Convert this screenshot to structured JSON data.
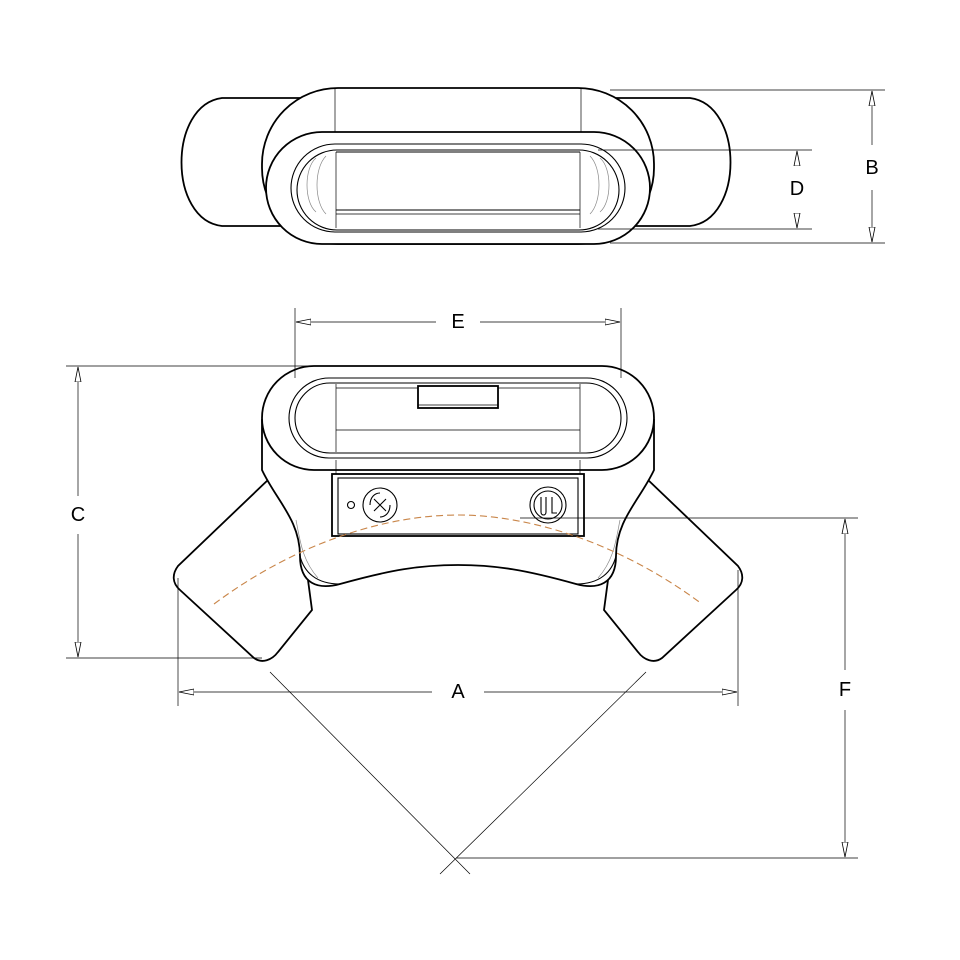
{
  "dimensions": {
    "a": "A",
    "b": "B",
    "c": "C",
    "d": "D",
    "e": "E",
    "f": "F"
  },
  "colors": {
    "outline": "#000000",
    "centerline": "#c9864a",
    "background": "#ffffff"
  },
  "icons": {
    "left_logo": "csa-certification-mark-icon",
    "right_logo": "ul-listing-mark-icon"
  }
}
